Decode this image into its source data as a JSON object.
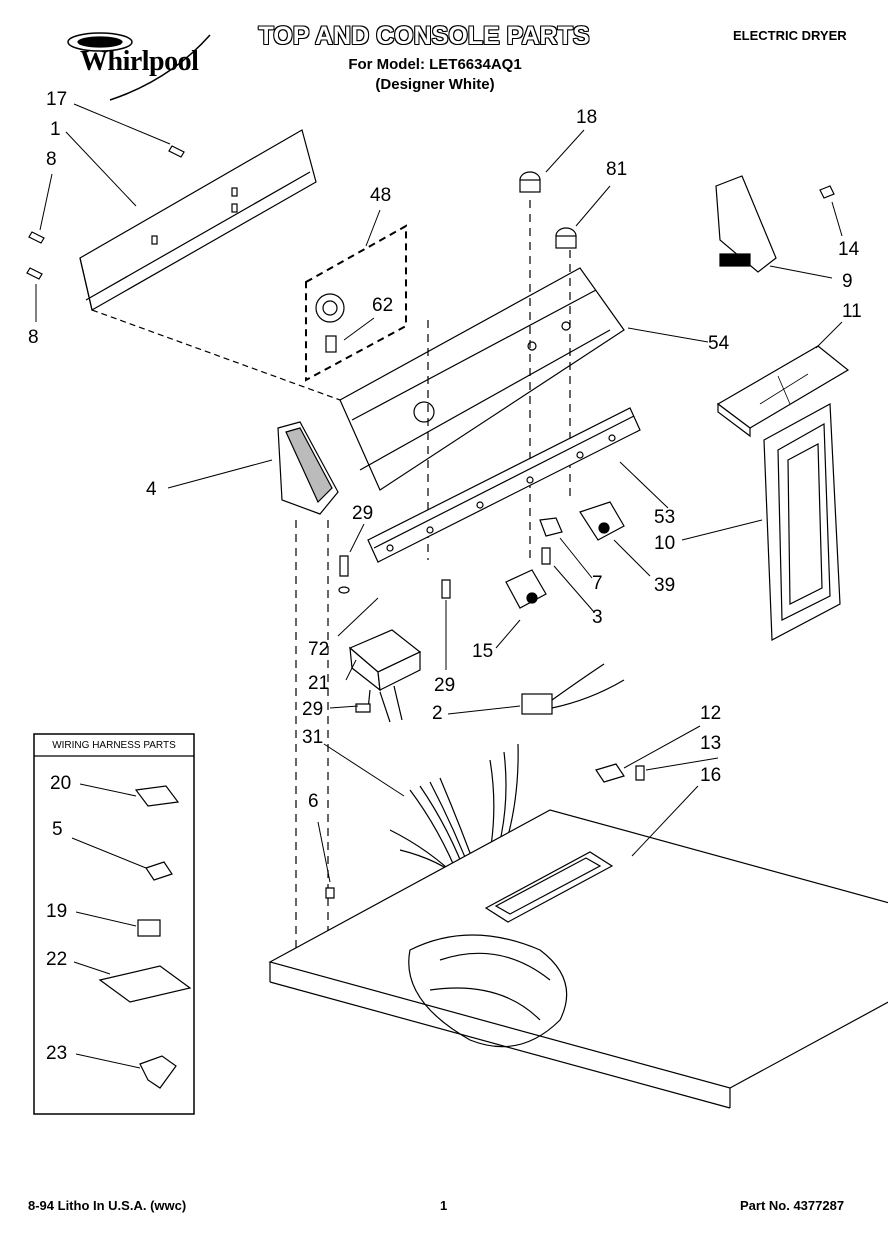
{
  "header": {
    "brand": "Whirlpool",
    "title": "TOP AND CONSOLE PARTS",
    "model_line": "For Model: LET6634AQ1",
    "color_line": "(Designer White)",
    "product_type": "ELECTRIC DRYER"
  },
  "callouts": [
    "17",
    "1",
    "8",
    "8",
    "48",
    "62",
    "18",
    "81",
    "14",
    "9",
    "54",
    "11",
    "4",
    "29",
    "53",
    "10",
    "7",
    "39",
    "3",
    "15",
    "72",
    "21",
    "29",
    "29",
    "2",
    "12",
    "13",
    "16",
    "31",
    "6",
    "20",
    "5",
    "19",
    "22",
    "23"
  ],
  "inset": {
    "title": "WIRING HARNESS PARTS"
  },
  "footer": {
    "print_info": "8-94 Litho In U.S.A. (wwc)",
    "page_number": "1",
    "part_number": "Part No. 4377287"
  }
}
